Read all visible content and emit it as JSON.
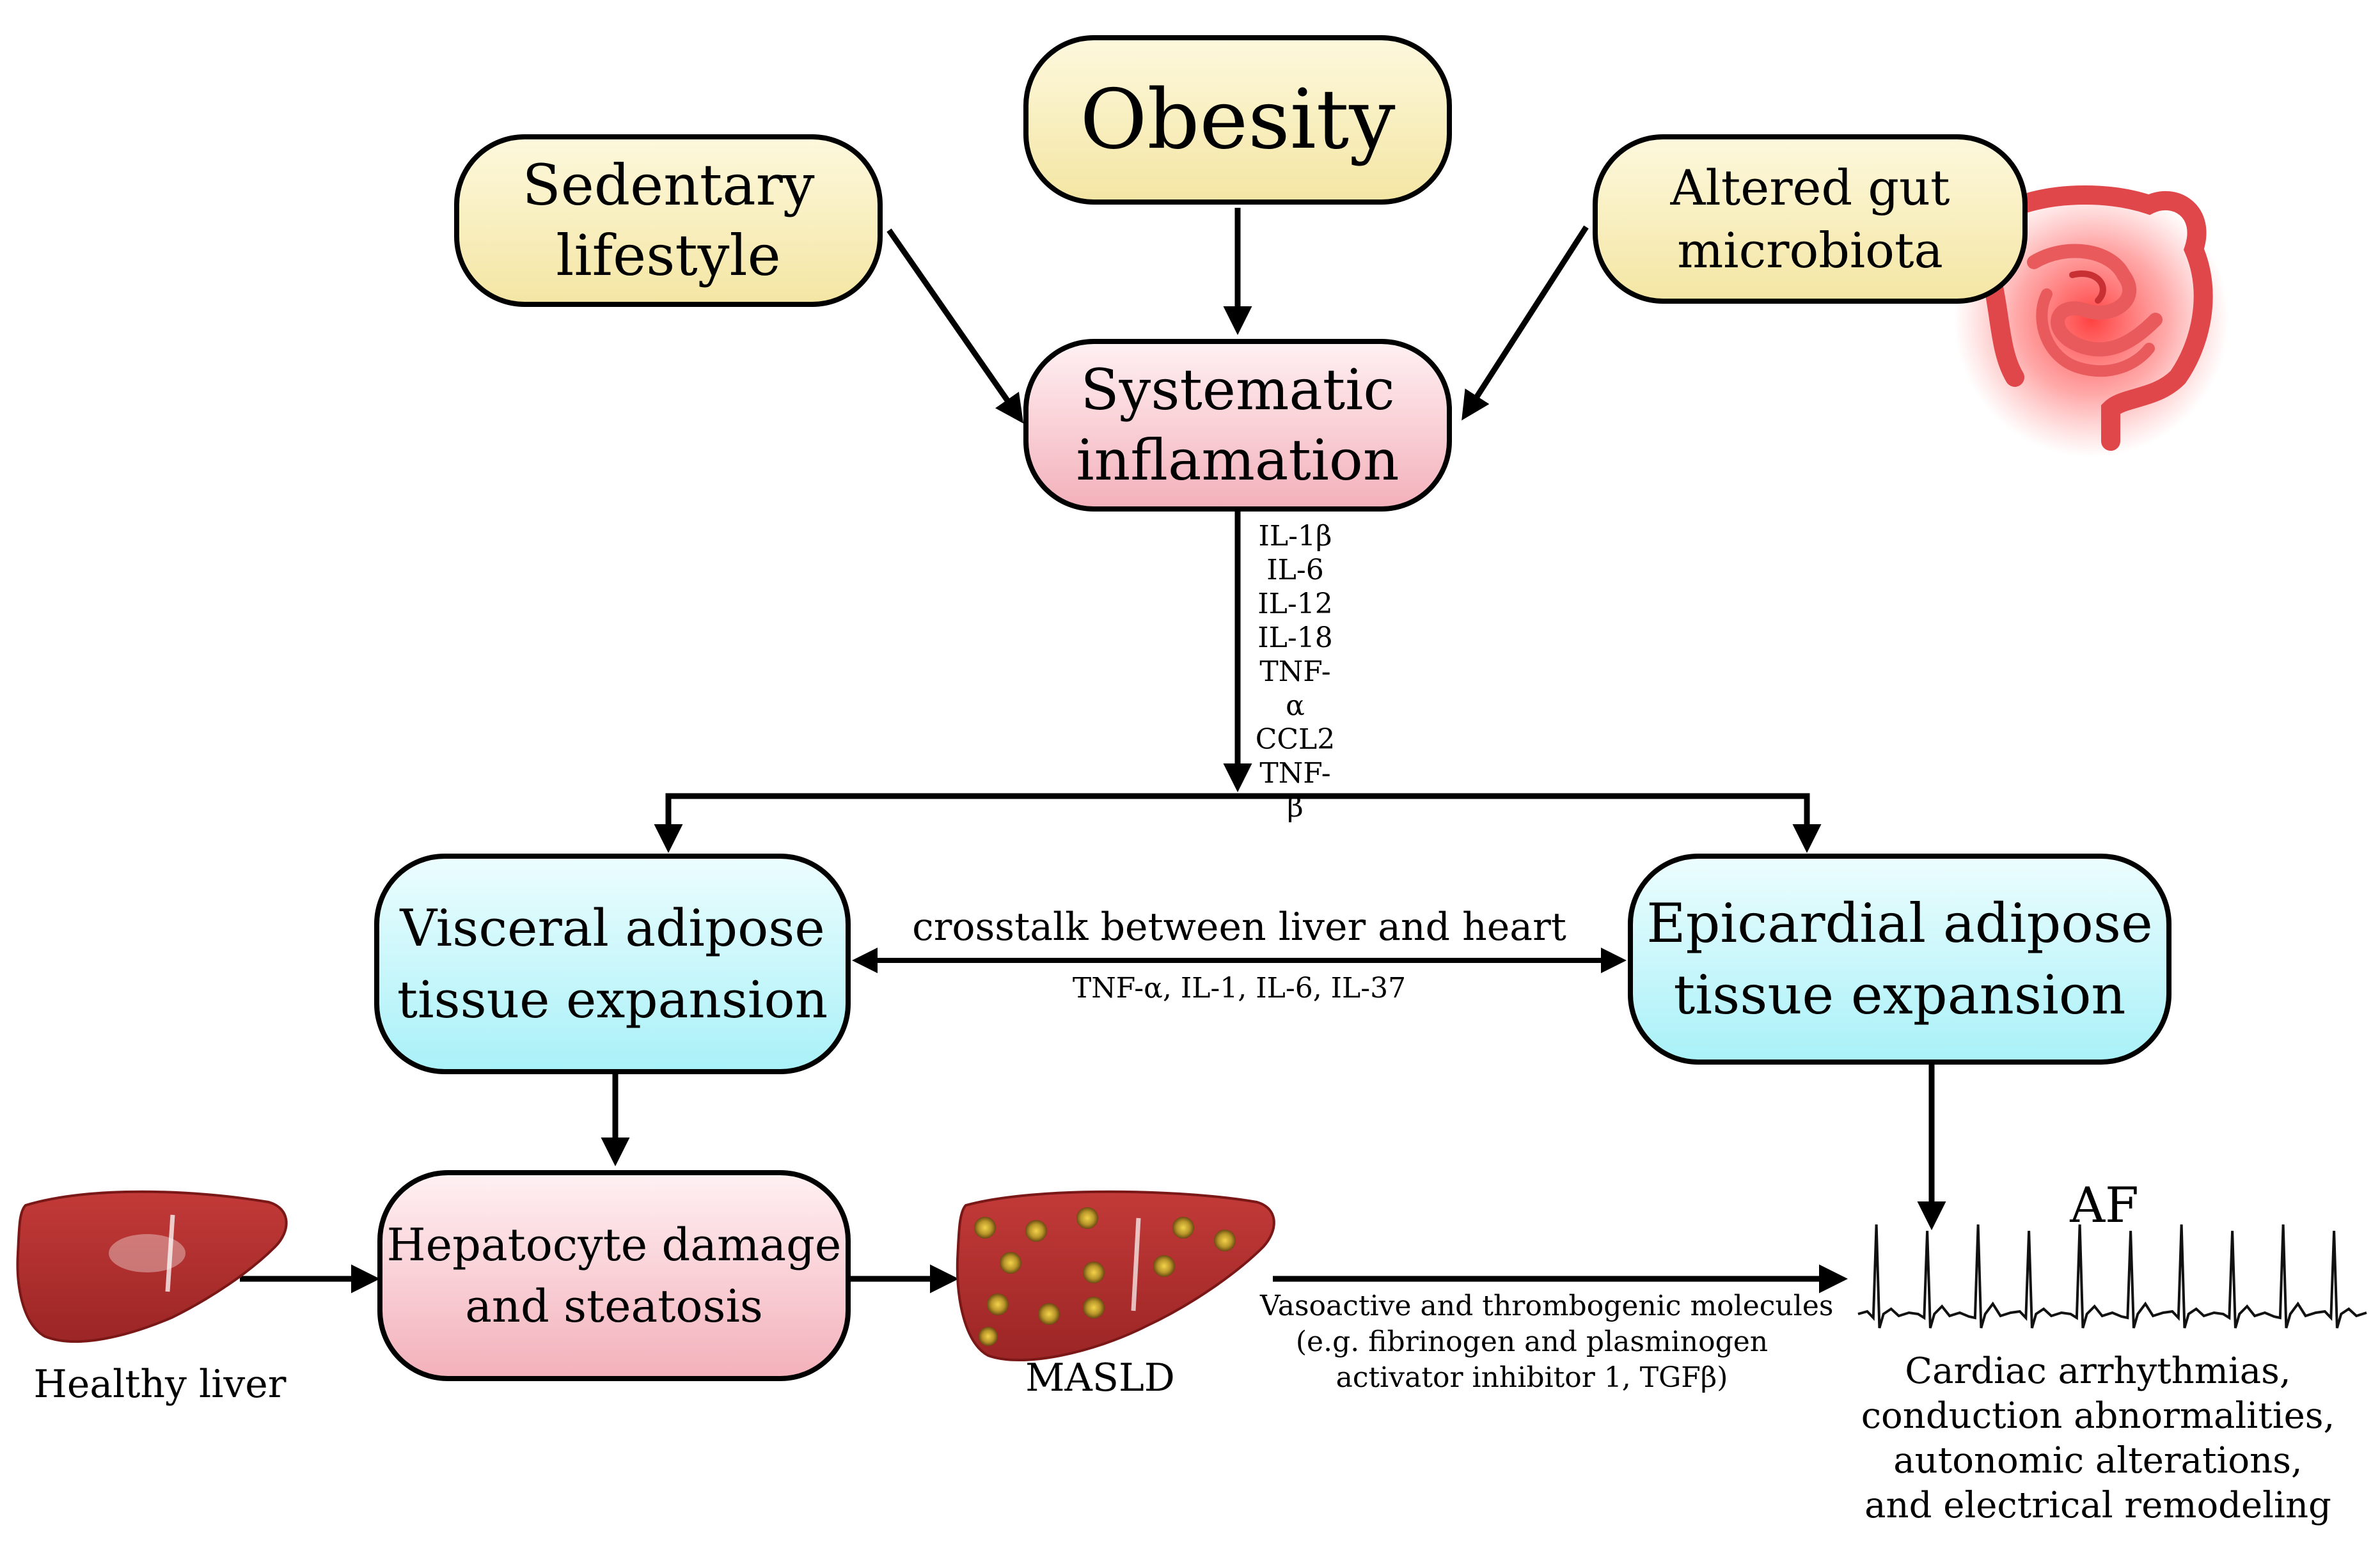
{
  "nodes": {
    "obesity": {
      "label": "Obesity"
    },
    "sedentary": {
      "lines": [
        "Sedentary",
        "lifestyle"
      ]
    },
    "gut": {
      "lines": [
        "Altered gut",
        "microbiota"
      ]
    },
    "inflammation": {
      "lines": [
        "Systematic",
        "inflamation"
      ]
    },
    "visceral": {
      "lines": [
        "Visceral adipose",
        "tissue expansion"
      ]
    },
    "epicardial": {
      "lines": [
        "Epicardial adipose",
        "tissue expansion"
      ]
    },
    "hepatocyte": {
      "lines": [
        "Hepatocyte damage",
        "and steatosis"
      ]
    }
  },
  "cytokines": [
    "IL-1β",
    "IL-6",
    "IL-12",
    "IL-18",
    "TNF-α",
    "CCL2",
    "TNF-β"
  ],
  "crosstalk": {
    "title": "crosstalk between liver and heart",
    "molecules": "TNF-α, IL-1, IL-6, IL-37"
  },
  "labels": {
    "healthy_liver": "Healthy liver",
    "masld": "MASLD",
    "af": "AF"
  },
  "vasoactive": [
    "Vasoactive and thrombogenic molecules",
    "(e.g. fibrinogen and plasminogen",
    "activator inhibitor 1, TGFβ)"
  ],
  "outcomes": [
    "Cardiac arrhythmias,",
    "conduction abnormalities,",
    "autonomic alterations,",
    "and electrical remodeling"
  ],
  "colors": {
    "yellow_box": "#f4e6a4",
    "pink_box": "#f3b1bb",
    "cyan_box": "#a9f1f8",
    "liver": "#b8302f",
    "gut_glow": "#ff2a2a"
  },
  "icons": [
    "healthy-liver-icon",
    "masld-liver-icon",
    "intestine-icon",
    "ecg-trace-icon"
  ]
}
